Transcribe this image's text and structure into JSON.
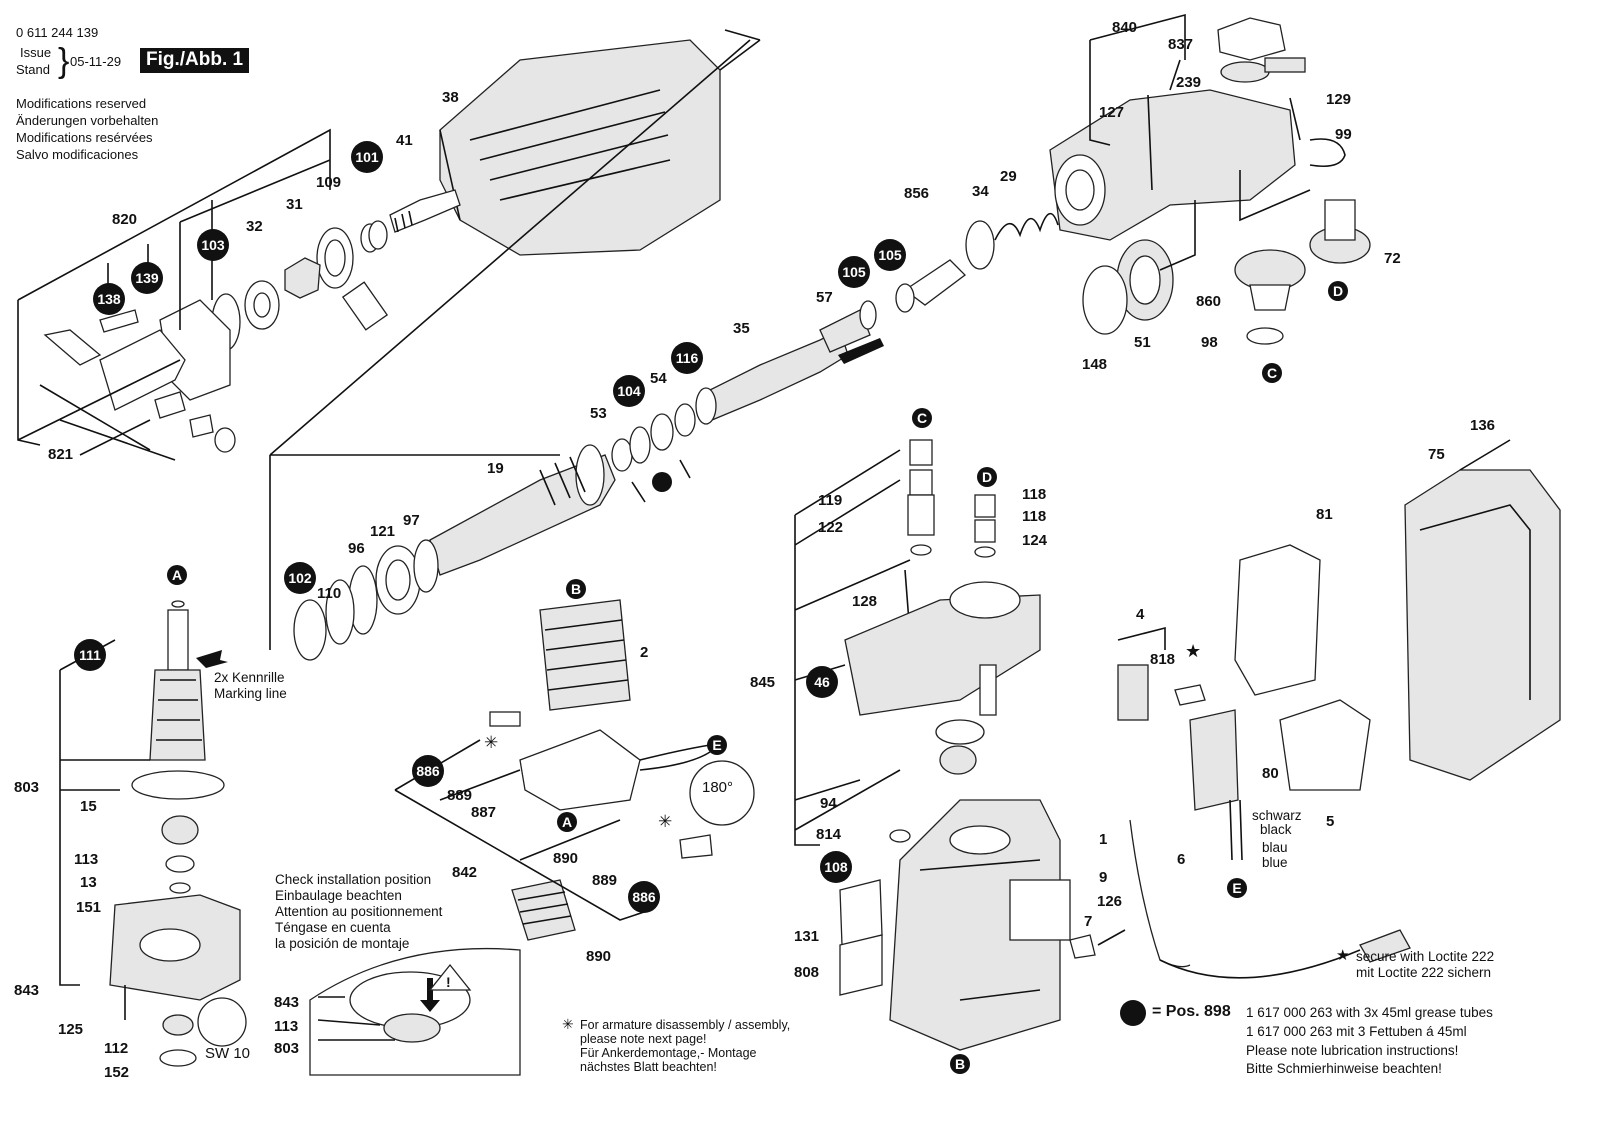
{
  "header": {
    "doc_number": "0 611 244 139",
    "issue_label": "Issue",
    "stand_label": "Stand",
    "date": "05-11-29",
    "figure_label": "Fig./Abb. 1",
    "modifications": [
      "Modifications reserved",
      "Änderungen vorbehalten",
      "Modifications resérvées",
      "Salvo modificaciones"
    ]
  },
  "part_labels": [
    {
      "id": "38",
      "num": "38"
    },
    {
      "id": "41",
      "num": "41"
    },
    {
      "id": "109",
      "num": "109"
    },
    {
      "id": "31",
      "num": "31"
    },
    {
      "id": "32",
      "num": "32"
    },
    {
      "id": "820",
      "num": "820"
    },
    {
      "id": "821",
      "num": "821"
    },
    {
      "id": "19",
      "num": "19"
    },
    {
      "id": "53",
      "num": "53"
    },
    {
      "id": "54",
      "num": "54"
    },
    {
      "id": "35",
      "num": "35"
    },
    {
      "id": "57",
      "num": "57"
    },
    {
      "id": "856",
      "num": "856"
    },
    {
      "id": "34",
      "num": "34"
    },
    {
      "id": "29",
      "num": "29"
    },
    {
      "id": "840",
      "num": "840"
    },
    {
      "id": "837",
      "num": "837"
    },
    {
      "id": "239",
      "num": "239"
    },
    {
      "id": "127",
      "num": "127"
    },
    {
      "id": "129",
      "num": "129"
    },
    {
      "id": "99",
      "num": "99"
    },
    {
      "id": "72",
      "num": "72"
    },
    {
      "id": "860",
      "num": "860"
    },
    {
      "id": "98",
      "num": "98"
    },
    {
      "id": "148",
      "num": "148"
    },
    {
      "id": "51",
      "num": "51"
    },
    {
      "id": "110",
      "num": "110"
    },
    {
      "id": "96",
      "num": "96"
    },
    {
      "id": "121",
      "num": "121"
    },
    {
      "id": "97",
      "num": "97"
    },
    {
      "id": "2",
      "num": "2"
    },
    {
      "id": "119",
      "num": "119"
    },
    {
      "id": "122",
      "num": "122"
    },
    {
      "id": "118a",
      "num": "118"
    },
    {
      "id": "118b",
      "num": "118"
    },
    {
      "id": "124",
      "num": "124"
    },
    {
      "id": "128",
      "num": "128"
    },
    {
      "id": "845",
      "num": "845"
    },
    {
      "id": "94",
      "num": "94"
    },
    {
      "id": "814",
      "num": "814"
    },
    {
      "id": "1",
      "num": "1"
    },
    {
      "id": "9",
      "num": "9"
    },
    {
      "id": "126",
      "num": "126"
    },
    {
      "id": "7",
      "num": "7"
    },
    {
      "id": "131",
      "num": "131"
    },
    {
      "id": "808",
      "num": "808"
    },
    {
      "id": "136",
      "num": "136"
    },
    {
      "id": "75",
      "num": "75"
    },
    {
      "id": "81",
      "num": "81"
    },
    {
      "id": "4",
      "num": "4"
    },
    {
      "id": "818",
      "num": "818"
    },
    {
      "id": "80",
      "num": "80"
    },
    {
      "id": "6",
      "num": "6"
    },
    {
      "id": "5",
      "num": "5"
    },
    {
      "id": "803a",
      "num": "803"
    },
    {
      "id": "15",
      "num": "15"
    },
    {
      "id": "113a",
      "num": "113"
    },
    {
      "id": "13",
      "num": "13"
    },
    {
      "id": "151",
      "num": "151"
    },
    {
      "id": "843a",
      "num": "843"
    },
    {
      "id": "125",
      "num": "125"
    },
    {
      "id": "112",
      "num": "112"
    },
    {
      "id": "152",
      "num": "152"
    },
    {
      "id": "889a",
      "num": "889"
    },
    {
      "id": "887",
      "num": "887"
    },
    {
      "id": "842",
      "num": "842"
    },
    {
      "id": "890a",
      "num": "890"
    },
    {
      "id": "889b",
      "num": "889"
    },
    {
      "id": "890b",
      "num": "890"
    },
    {
      "id": "843b",
      "num": "843"
    },
    {
      "id": "113b",
      "num": "113"
    },
    {
      "id": "803b",
      "num": "803"
    }
  ],
  "grease_markers": [
    {
      "id": "101",
      "num": "101"
    },
    {
      "id": "103",
      "num": "103"
    },
    {
      "id": "139",
      "num": "139"
    },
    {
      "id": "138",
      "num": "138"
    },
    {
      "id": "105a",
      "num": "105"
    },
    {
      "id": "105b",
      "num": "105"
    },
    {
      "id": "104",
      "num": "104"
    },
    {
      "id": "116",
      "num": "116"
    },
    {
      "id": "102",
      "num": "102"
    },
    {
      "id": "111",
      "num": "111"
    },
    {
      "id": "886a",
      "num": "886"
    },
    {
      "id": "886b",
      "num": "886"
    },
    {
      "id": "46",
      "num": "46"
    },
    {
      "id": "108",
      "num": "108"
    }
  ],
  "reference_letters": [
    {
      "id": "A1",
      "letter": "A"
    },
    {
      "id": "A2",
      "letter": "A"
    },
    {
      "id": "B1",
      "letter": "B"
    },
    {
      "id": "B2",
      "letter": "B"
    },
    {
      "id": "C1",
      "letter": "C"
    },
    {
      "id": "C2",
      "letter": "C"
    },
    {
      "id": "D1",
      "letter": "D"
    },
    {
      "id": "D2",
      "letter": "D"
    },
    {
      "id": "E1",
      "letter": "E"
    },
    {
      "id": "E2",
      "letter": "E"
    }
  ],
  "annotations": {
    "marking_line": [
      "2x Kennrille",
      "Marking line"
    ],
    "angle": "180°",
    "sw": "SW 10",
    "wire_colors": [
      "schwarz",
      "black",
      "blau",
      "blue"
    ],
    "star_glyph": "★",
    "asterisk_glyph": "✳",
    "check_install": [
      "Check installation position",
      "Einbaulage beachten",
      "Attention au positionnement",
      "Téngase en cuenta",
      "la posición de montaje"
    ],
    "armature_note": [
      "For armature disassembly / assembly,",
      "please note next page!",
      "Für Ankerdemontage,- Montage",
      "nächstes Blatt beachten!"
    ],
    "loctite": [
      "secure with Loctite 222",
      "mit Loctite 222 sichern"
    ],
    "grease_pos": "= Pos. 898",
    "grease_lines": [
      "1 617 000 263 with 3x 45ml grease tubes",
      "1 617 000 263 mit 3 Fettuben á 45ml",
      "Please note lubrication instructions!",
      "Bitte Schmierhinweise beachten!"
    ]
  }
}
